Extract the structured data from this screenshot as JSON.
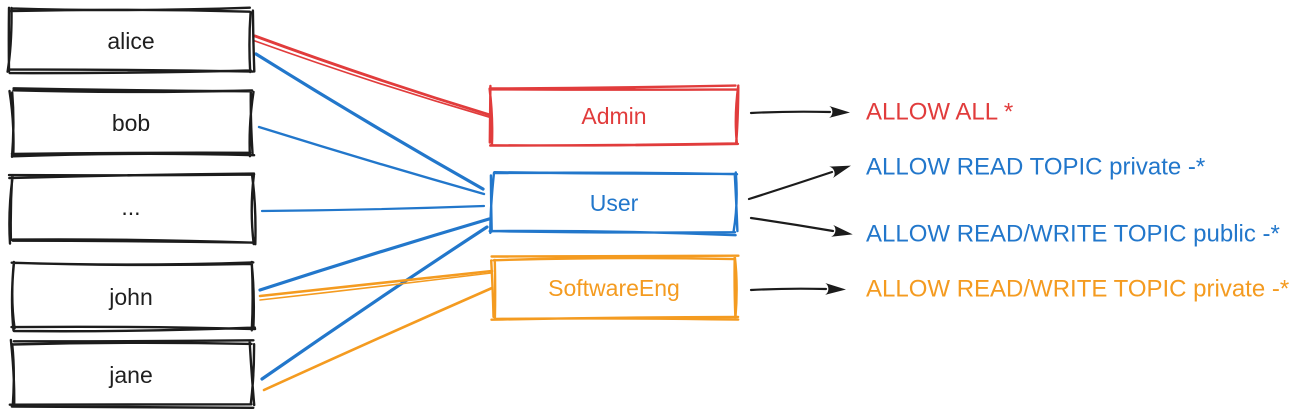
{
  "colors": {
    "ink": "#1c1c1c",
    "red": "#e13c3c",
    "blue": "#2277cb",
    "orange": "#f49b20",
    "background": "#ffffff"
  },
  "diagram": {
    "users": [
      {
        "label": "alice"
      },
      {
        "label": "bob"
      },
      {
        "label": "..."
      },
      {
        "label": "john"
      },
      {
        "label": "jane"
      }
    ],
    "roles": [
      {
        "label": "Admin",
        "color": "#e13c3c"
      },
      {
        "label": "User",
        "color": "#2277cb"
      },
      {
        "label": "SoftwareEng",
        "color": "#f49b20"
      }
    ],
    "permissions": [
      {
        "label": "ALLOW ALL *",
        "color": "#e13c3c",
        "role": "Admin"
      },
      {
        "label": "ALLOW READ TOPIC private -*",
        "color": "#2277cb",
        "role": "User"
      },
      {
        "label": "ALLOW READ/WRITE TOPIC public -*",
        "color": "#2277cb",
        "role": "User"
      },
      {
        "label": "ALLOW READ/WRITE TOPIC private -*",
        "color": "#f49b20",
        "role": "SoftwareEng"
      }
    ],
    "memberships": [
      {
        "user": "alice",
        "role": "Admin"
      },
      {
        "user": "alice",
        "role": "User"
      },
      {
        "user": "bob",
        "role": "User"
      },
      {
        "user": "...",
        "role": "User"
      },
      {
        "user": "john",
        "role": "User"
      },
      {
        "user": "john",
        "role": "SoftwareEng"
      },
      {
        "user": "jane",
        "role": "User"
      },
      {
        "user": "jane",
        "role": "SoftwareEng"
      }
    ]
  }
}
